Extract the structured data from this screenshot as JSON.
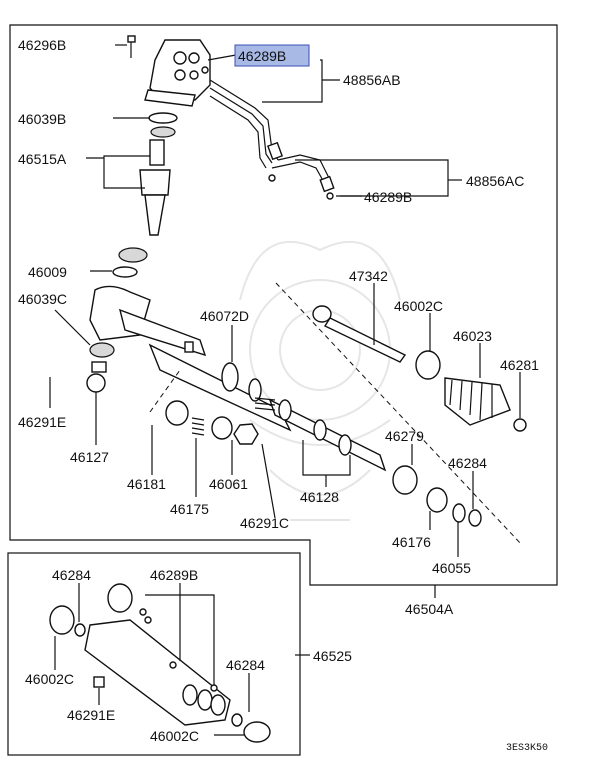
{
  "diagram": {
    "highlight_color": "#a9b9e6",
    "highlighted_part": "46289B",
    "image_code": "3ES3K50",
    "labels": {
      "p46296B": "46296B",
      "p46289B_top": "46289B",
      "p48856AB": "48856AB",
      "p46039B": "46039B",
      "p46515A": "46515A",
      "p48856AC": "48856AC",
      "p46289B_mid": "46289B",
      "p46009": "46009",
      "p47342": "47342",
      "p46039C": "46039C",
      "p46072D": "46072D",
      "p46002C_top": "46002C",
      "p46023": "46023",
      "p46281": "46281",
      "p46291E_top": "46291E",
      "p46127": "46127",
      "p46279": "46279",
      "p46284_top": "46284",
      "p46181": "46181",
      "p46061": "46061",
      "p46128": "46128",
      "p46175": "46175",
      "p46291C": "46291C",
      "p46176": "46176",
      "p46055": "46055",
      "p46504A": "46504A",
      "p46284_inset1": "46284",
      "p46289B_inset": "46289B",
      "p46525": "46525",
      "p46284_inset2": "46284",
      "p46002C_inset1": "46002C",
      "p46291E_inset": "46291E",
      "p46002C_inset2": "46002C"
    }
  }
}
